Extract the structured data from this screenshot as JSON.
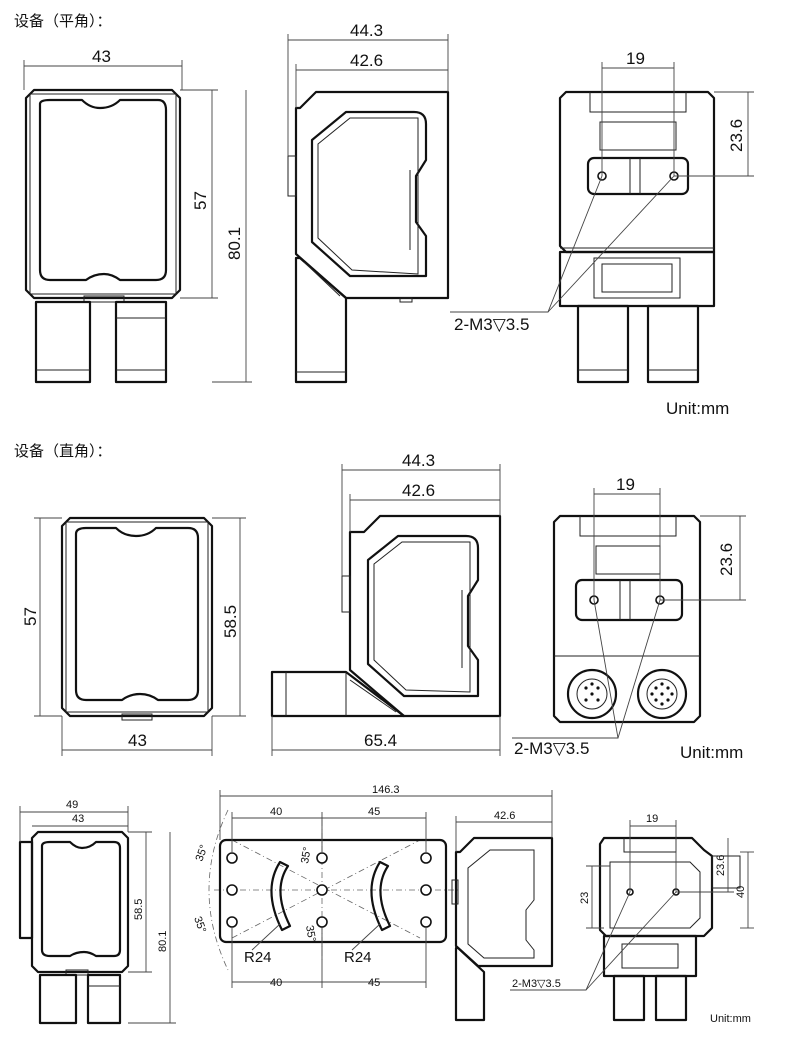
{
  "section1": {
    "title": "设备（平角）：",
    "dims": {
      "width_outer": "43",
      "height_body": "57",
      "height_total": "80.1",
      "depth_total": "44.3",
      "depth_body": "42.6",
      "hole_spacing": "19",
      "hole_height": "23.6",
      "thread": "2-M3▽3.5"
    },
    "unit": "Unit:mm"
  },
  "section2": {
    "title": "设备（直角）：",
    "dims": {
      "height_body": "57",
      "height_total": "58.5",
      "width": "43",
      "depth_total": "44.3",
      "depth_body": "42.6",
      "length_total": "65.4",
      "hole_spacing": "19",
      "hole_height": "23.6",
      "thread": "2-M3▽3.5"
    },
    "unit": "Unit:mm"
  },
  "section3": {
    "dims": {
      "width_bracket": "49",
      "width_body": "43",
      "height_body": "58.5",
      "height_total": "80.1",
      "total_length": "146.3",
      "spacing_a": "40",
      "spacing_b": "45",
      "angle": "35°",
      "radius": "R24",
      "depth_body": "42.6",
      "hole_spacing": "19",
      "hole_height_a": "23.6",
      "hole_height_b": "23",
      "width_c": "40",
      "thread": "2-M3▽3.5"
    },
    "unit": "Unit:mm"
  }
}
